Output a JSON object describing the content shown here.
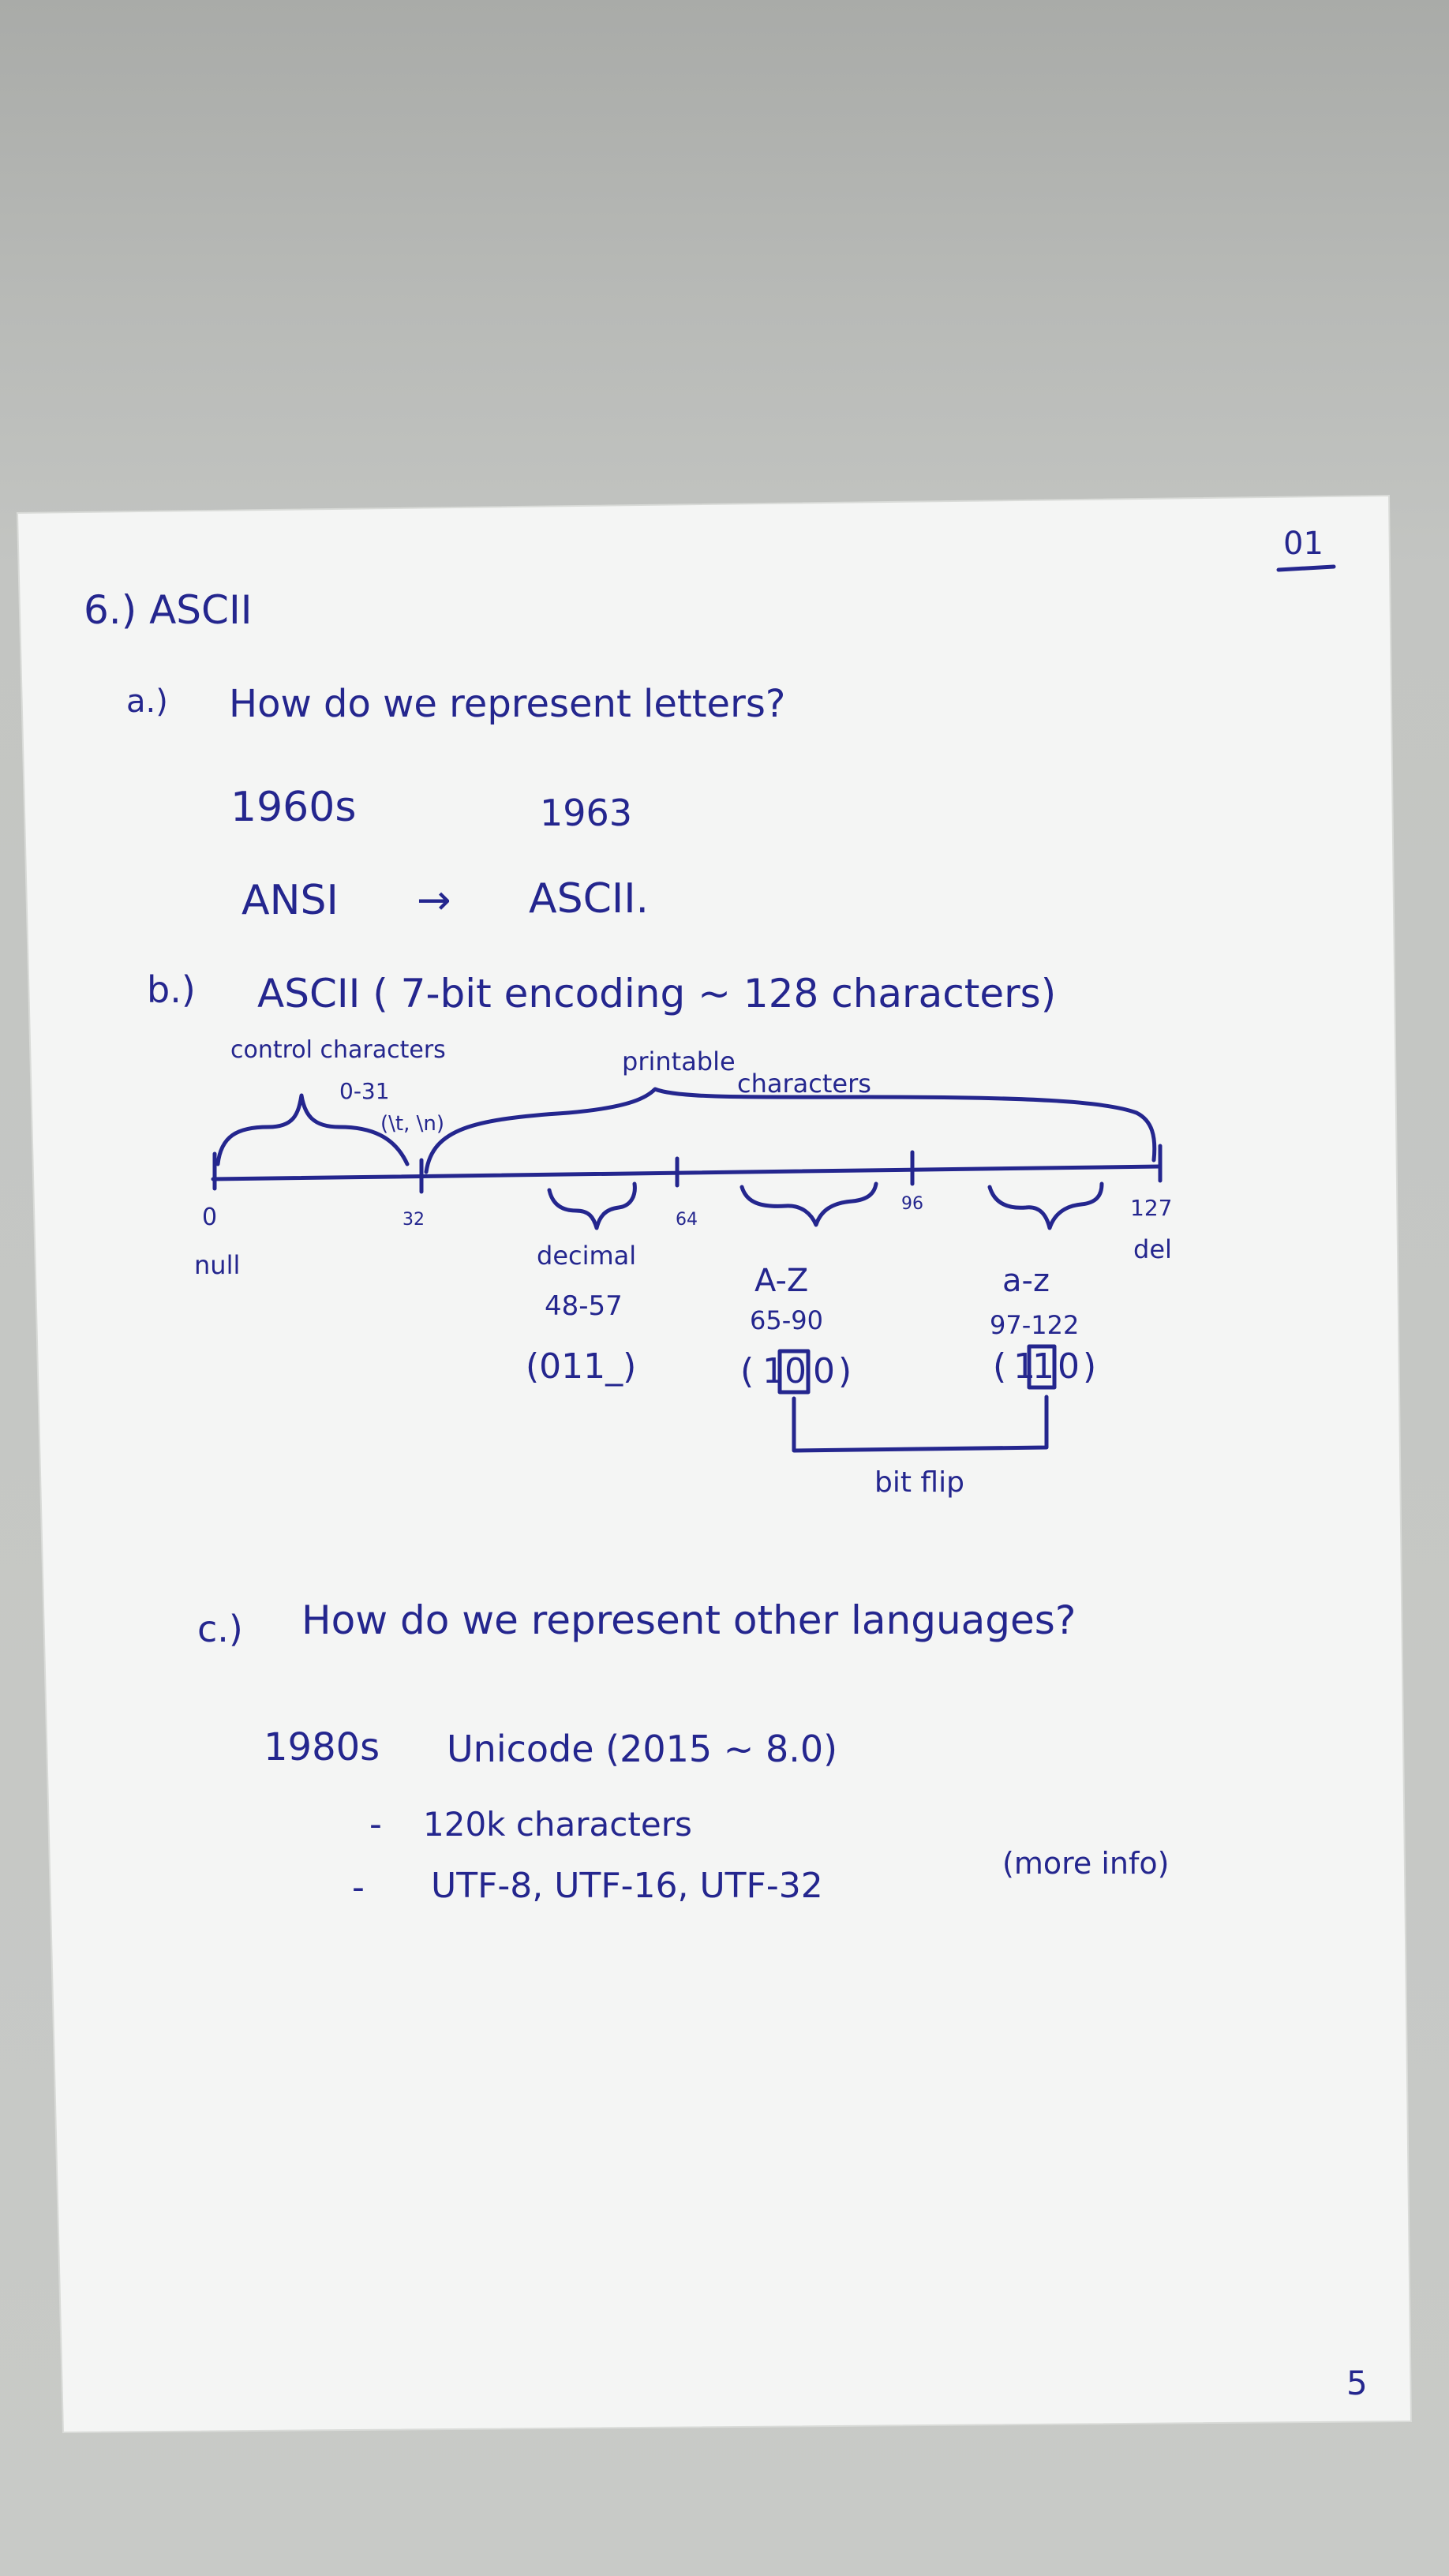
{
  "page": {
    "corner_mark": "01",
    "page_number": "5"
  },
  "section_6": {
    "heading": "6.) ASCII",
    "part_a": {
      "label": "a.)",
      "question": "How do we represent letters?",
      "decade": "1960s",
      "year": "1963",
      "from": "ANSI",
      "arrow": "→",
      "to": "ASCII."
    },
    "part_b": {
      "label": "b.)",
      "heading": "ASCII ( 7-bit encoding ~ 128 characters)",
      "control_label": "control characters",
      "control_range": "0-31",
      "control_examples": "(\\t, \\n)",
      "printable_label_1": "printable",
      "printable_label_2": "characters",
      "ticks": {
        "t0": "0",
        "t32": "32",
        "t64": "64",
        "t96": "96",
        "t127": "127"
      },
      "null_label": "null",
      "del_label": "del",
      "decimal": {
        "label": "decimal",
        "range": "48-57",
        "bits": "(011_)"
      },
      "uppercase": {
        "label": "A-Z",
        "range": "65-90",
        "bits_open": "(",
        "bit_1": "1",
        "bit_box": "0",
        "bit_3": "0",
        "bits_close": ")"
      },
      "lowercase": {
        "label": "a-z",
        "range": "97-122",
        "bits_open": "(",
        "bit_1": "1",
        "bit_box": "1",
        "bit_3": "0",
        "bits_close": ")"
      },
      "bit_flip_label": "bit flip"
    },
    "part_c": {
      "label": "c.)",
      "question": "How do we represent other languages?",
      "decade": "1980s",
      "unicode": "Unicode (2015 ~ 8.0)",
      "bullet_1_dash": "-",
      "bullet_1": "120k characters",
      "bullet_2_dash": "-",
      "bullet_2": "UTF-8, UTF-16, UTF-32",
      "bullet_2_note": "(more info)"
    }
  }
}
